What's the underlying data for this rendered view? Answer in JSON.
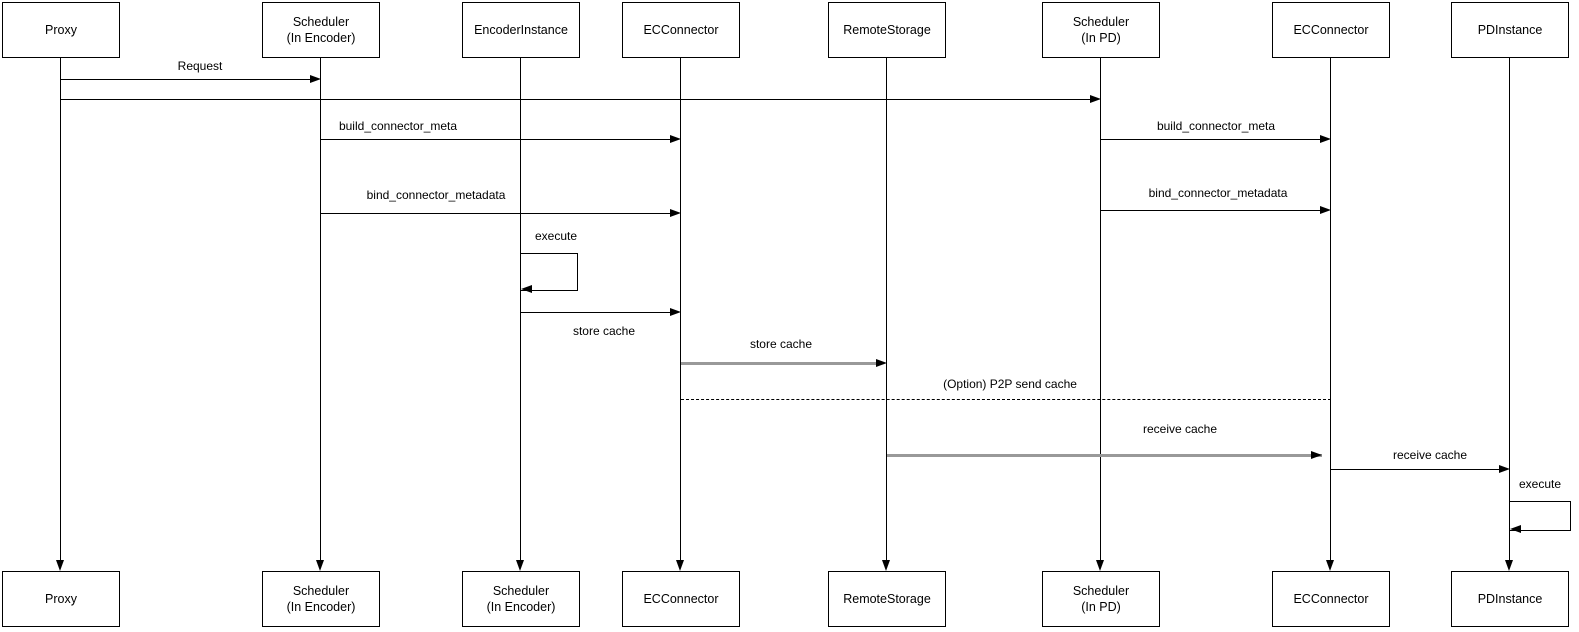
{
  "diagram": {
    "type": "sequence-diagram",
    "actors": [
      {
        "id": "proxy",
        "top_label": "Proxy",
        "bottom_label": "Proxy"
      },
      {
        "id": "scheduler-in-encoder",
        "top_label": "Scheduler\n(In Encoder)",
        "bottom_label": "Scheduler\n(In Encoder)"
      },
      {
        "id": "encoder-instance",
        "top_label": "EncoderInstance",
        "bottom_label": "Scheduler\n(In Encoder)"
      },
      {
        "id": "ec-connector-encoder",
        "top_label": "ECConnector",
        "bottom_label": "ECConnector"
      },
      {
        "id": "remote-storage",
        "top_label": "RemoteStorage",
        "bottom_label": "RemoteStorage"
      },
      {
        "id": "scheduler-in-pd",
        "top_label": "Scheduler\n(In PD)",
        "bottom_label": "Scheduler\n(In PD)"
      },
      {
        "id": "ec-connector-pd",
        "top_label": "ECConnector",
        "bottom_label": "ECConnector"
      },
      {
        "id": "pd-instance",
        "top_label": "PDInstance",
        "bottom_label": "PDInstance"
      }
    ],
    "messages": [
      {
        "label": "Request",
        "from": "proxy",
        "to": "scheduler-in-encoder",
        "line": "solid",
        "color": "black"
      },
      {
        "label": "",
        "from": "proxy",
        "to": "scheduler-in-pd",
        "line": "solid",
        "color": "black"
      },
      {
        "label": "build_connector_meta",
        "from": "scheduler-in-encoder",
        "to": "ec-connector-encoder",
        "line": "solid",
        "color": "black"
      },
      {
        "label": "build_connector_meta",
        "from": "scheduler-in-pd",
        "to": "ec-connector-pd",
        "line": "solid",
        "color": "black"
      },
      {
        "label": "bind_connector_metadata",
        "from": "scheduler-in-encoder",
        "to": "ec-connector-encoder",
        "line": "solid",
        "color": "black"
      },
      {
        "label": "bind_connector_metadata",
        "from": "scheduler-in-pd",
        "to": "ec-connector-pd",
        "line": "solid",
        "color": "black"
      },
      {
        "label": "execute",
        "from": "encoder-instance",
        "to": "encoder-instance",
        "line": "self",
        "color": "black"
      },
      {
        "label": "store cache",
        "from": "encoder-instance",
        "to": "ec-connector-encoder",
        "line": "solid",
        "color": "black"
      },
      {
        "label": "store cache",
        "from": "ec-connector-encoder",
        "to": "remote-storage",
        "line": "solid",
        "color": "gray"
      },
      {
        "label": "(Option) P2P send cache",
        "from": "ec-connector-encoder",
        "to": "ec-connector-pd",
        "line": "dashed",
        "color": "black"
      },
      {
        "label": "receive cache",
        "from": "remote-storage",
        "to": "ec-connector-pd",
        "line": "solid",
        "color": "gray"
      },
      {
        "label": "receive cache",
        "from": "ec-connector-pd",
        "to": "pd-instance",
        "line": "solid",
        "color": "black"
      },
      {
        "label": "execute",
        "from": "pd-instance",
        "to": "pd-instance",
        "line": "self",
        "color": "black"
      }
    ],
    "colors": {
      "background": "#ffffff",
      "box_fill": "#ffffff",
      "box_border": "#000000",
      "line": "#000000",
      "gray_line": "#999999",
      "text": "#000000"
    }
  }
}
